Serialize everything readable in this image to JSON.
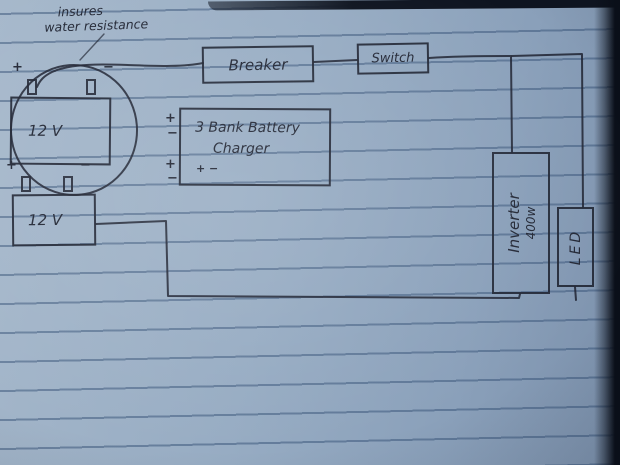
{
  "note": {
    "line1": "insures",
    "line2": "water resistance"
  },
  "components": {
    "breaker": {
      "label": "Breaker"
    },
    "switch": {
      "label": "Switch"
    },
    "battery1": {
      "label": "12 V"
    },
    "battery2": {
      "label": "12 V"
    },
    "charger": {
      "line1": "3 Bank Battery",
      "line2": "Charger",
      "marks": {
        "p1": "+",
        "m1": "−",
        "p2": "+",
        "m2": "−",
        "inner": "+ −"
      }
    },
    "inverter": {
      "label": "Inverter",
      "sublabel": "400w"
    },
    "led": {
      "label": "LED"
    }
  },
  "terminals": {
    "b1_plus": "+",
    "b1_minus": "−",
    "b2_plus": "+",
    "b2_minus": "−"
  },
  "colors": {
    "ink": "#232836",
    "paper": "#93a8c0",
    "rule_line": "#345075",
    "notebook_edge": "#0e1420"
  }
}
